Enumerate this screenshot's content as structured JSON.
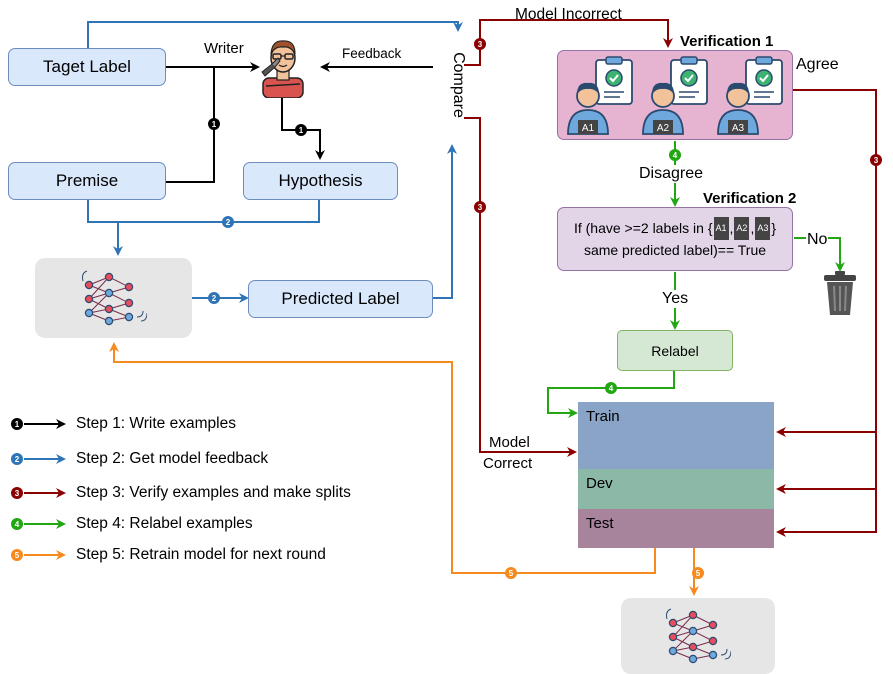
{
  "nodes": {
    "target_label": "Taget Label",
    "premise": "Premise",
    "hypothesis": "Hypothesis",
    "predicted_label": "Predicted Label",
    "writer": "Writer",
    "feedback": "Feedback",
    "compare": "Compare",
    "model_incorrect": "Model Incorrect",
    "verification1": "Verification 1",
    "agree": "Agree",
    "disagree": "Disagree",
    "verification2": "Verification 2",
    "rule_line1_prefix": "If (have >=2 labels in {",
    "rule_line1_suffix": "}",
    "rule_line2": "same predicted label)== True",
    "no": "No",
    "yes": "Yes",
    "relabel": "Relabel",
    "model_correct_line1": "Model",
    "model_correct_line2": "Correct",
    "train": "Train",
    "dev": "Dev",
    "test": "Test",
    "annotators": [
      "A1",
      "A2",
      "A3"
    ]
  },
  "step_badges": [
    "1",
    "2",
    "3",
    "4",
    "5"
  ],
  "legend": [
    {
      "badge": "1",
      "color": "#000000",
      "label": "Step 1: Write examples"
    },
    {
      "badge": "2",
      "color": "#2f75b6",
      "label": "Step 2: Get model feedback"
    },
    {
      "badge": "3",
      "color": "#8b0000",
      "label": "Step 3: Verify examples and make splits"
    },
    {
      "badge": "4",
      "color": "#22a612",
      "label": "Step 4: Relabel examples"
    },
    {
      "badge": "5",
      "color": "#f58a1f",
      "label": "Step 5: Retrain model for next round"
    }
  ],
  "colors": {
    "step1": "#000000",
    "step2": "#2f75b6",
    "step3": "#8b0000",
    "step4": "#22a612",
    "step5": "#f58a1f",
    "blue_box": "#dae8fc",
    "verif1_box": "#e6b3d1",
    "verif2_box": "#e1d5e7",
    "relabel_box": "#d5e8d4",
    "train": "#8aa4c8",
    "dev": "#8cb8a8",
    "test": "#a7839c"
  },
  "icons": [
    "writer-icon",
    "neural-network-icon",
    "annotator-icon",
    "checklist-icon",
    "trash-icon"
  ]
}
